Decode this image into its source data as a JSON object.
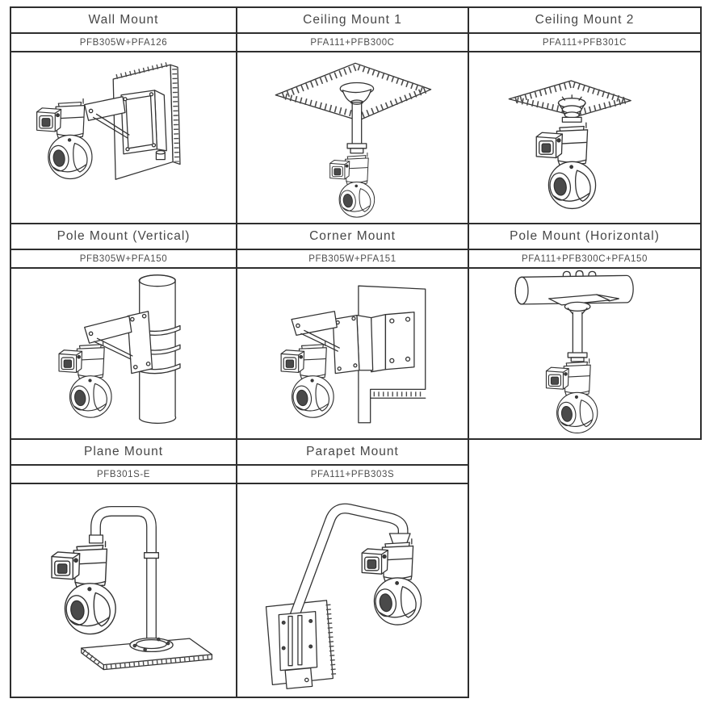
{
  "document": {
    "type": "camera-mounting-options-table",
    "line_color": "#333333",
    "text_color": "#474747",
    "background": "#ffffff"
  },
  "cells": [
    {
      "title": "Wall Mount",
      "model": "PFB305W+PFA126",
      "illustration": "wall-mount"
    },
    {
      "title": "Ceiling Mount 1",
      "model": "PFA111+PFB300C",
      "illustration": "ceiling-mount-pendant"
    },
    {
      "title": "Ceiling Mount 2",
      "model": "PFA111+PFB301C",
      "illustration": "ceiling-mount-direct"
    },
    {
      "title": "Pole Mount (Vertical)",
      "model": "PFB305W+PFA150",
      "illustration": "vertical-pole-mount"
    },
    {
      "title": "Corner Mount",
      "model": "PFB305W+PFA151",
      "illustration": "corner-mount"
    },
    {
      "title": "Pole Mount (Horizontal)",
      "model": "PFA111+PFB300C+PFA150",
      "illustration": "horizontal-pole-mount"
    },
    {
      "title": "Plane Mount",
      "model": "PFB301S-E",
      "illustration": "plane-mount"
    },
    {
      "title": "Parapet Mount",
      "model": "PFA111+PFB303S",
      "illustration": "parapet-mount"
    }
  ]
}
